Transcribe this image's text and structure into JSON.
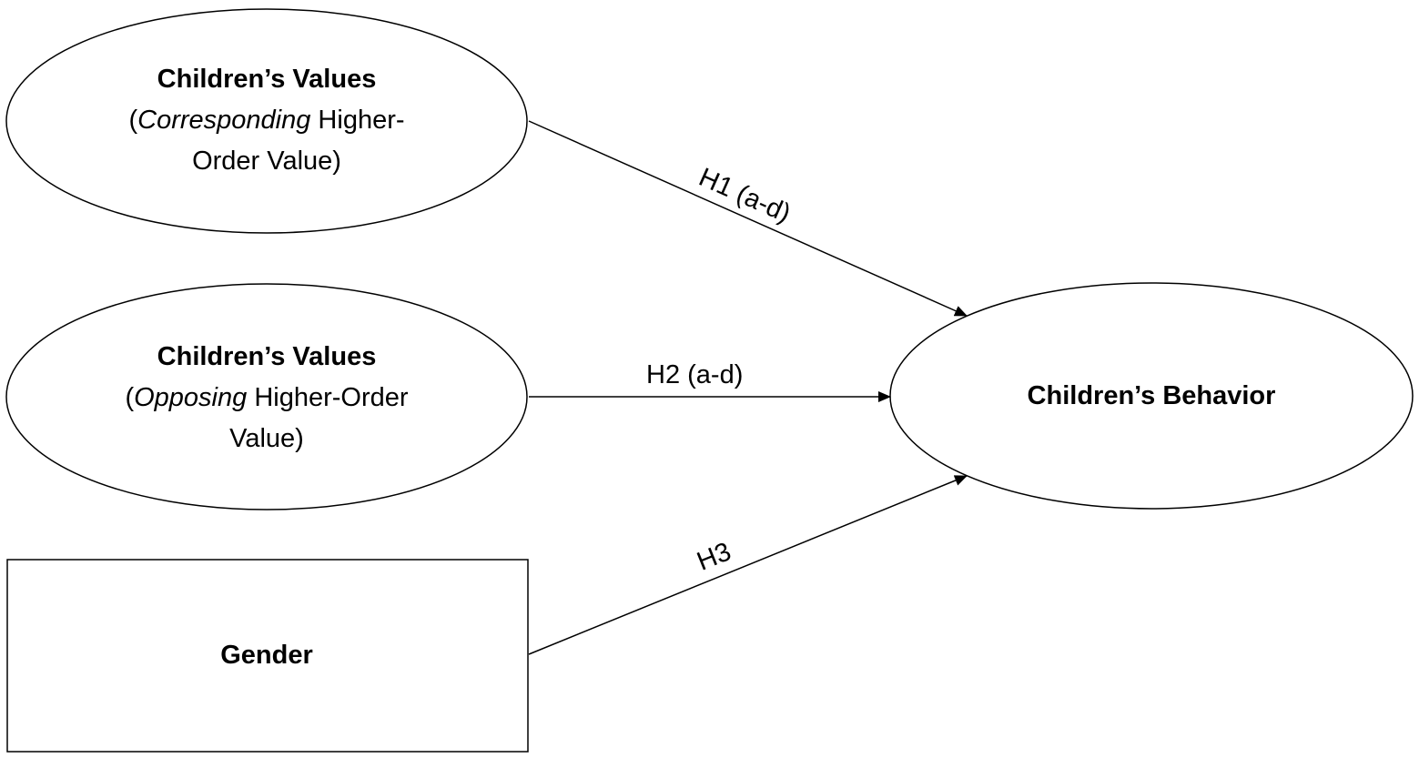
{
  "nodes": {
    "corresponding_values": {
      "title": "Children’s Values",
      "line2_prefix": "(",
      "line2_italic": "Corresponding",
      "line2_suffix": " Higher-",
      "line3": "Order Value)"
    },
    "opposing_values": {
      "title": "Children’s Values",
      "line2_prefix": "(",
      "line2_italic": "Opposing",
      "line2_suffix": " Higher-Order",
      "line3": "Value)"
    },
    "gender": {
      "title": "Gender"
    },
    "behavior": {
      "title": "Children’s Behavior"
    }
  },
  "edges": {
    "h1": {
      "label": "H1 (a-d)"
    },
    "h2": {
      "label": "H2 (a-d)"
    },
    "h3": {
      "label": "H3"
    }
  },
  "colors": {
    "stroke": "#000000",
    "background": "#ffffff"
  }
}
